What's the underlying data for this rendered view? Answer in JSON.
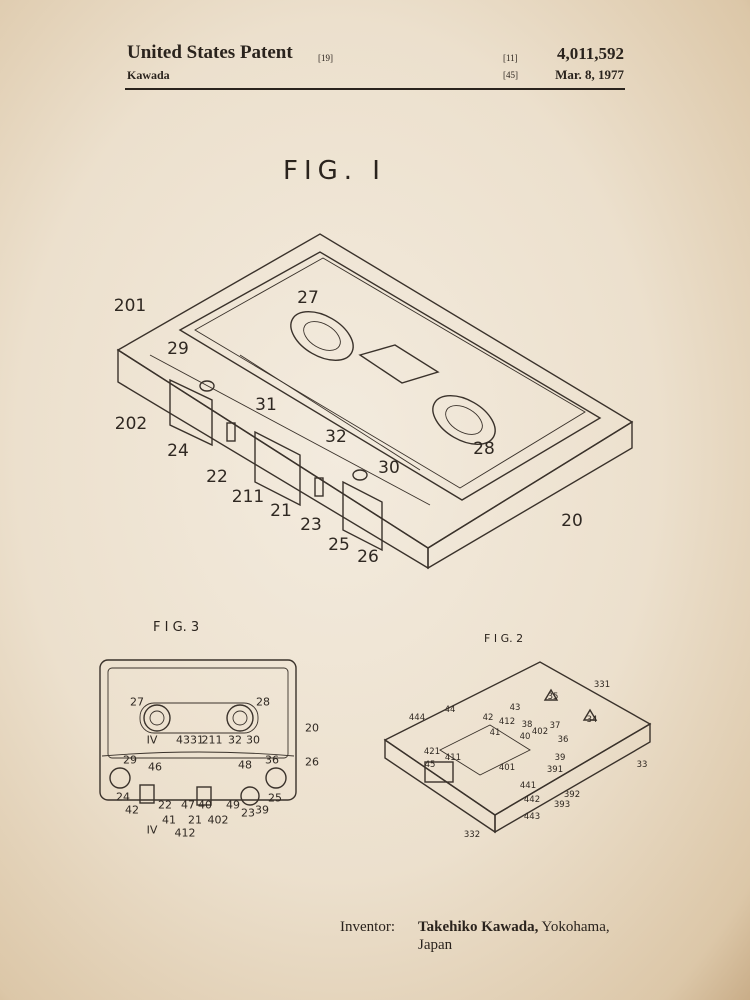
{
  "header": {
    "title": "United States Patent",
    "title_code": "[19]",
    "inventor_surname": "Kawada",
    "number_code": "[11]",
    "patent_number": "4,011,592",
    "date_code": "[45]",
    "date": "Mar. 8, 1977"
  },
  "figures": {
    "fig1": {
      "title": "FIG. I",
      "labels": [
        "201",
        "29",
        "31",
        "202",
        "24",
        "22",
        "27",
        "28",
        "32",
        "30",
        "211",
        "21",
        "23",
        "25",
        "26",
        "20"
      ]
    },
    "fig3": {
      "title": "F I G. 3",
      "labels": [
        "27",
        "28",
        "20",
        "IV",
        "43",
        "31",
        "211",
        "32",
        "30",
        "36",
        "26",
        "29",
        "46",
        "48",
        "24",
        "42",
        "22",
        "47",
        "40",
        "49",
        "23",
        "25",
        "39",
        "41",
        "21",
        "402",
        "IV",
        "412"
      ]
    },
    "fig2": {
      "title": "F I G. 2",
      "labels": [
        "331",
        "35",
        "34",
        "43",
        "444",
        "44",
        "42",
        "412",
        "38",
        "41",
        "40",
        "402",
        "37",
        "36",
        "421",
        "411",
        "39",
        "33",
        "45",
        "401",
        "391",
        "441",
        "392",
        "442",
        "393",
        "443",
        "332"
      ]
    }
  },
  "footer": {
    "inventor_label": "Inventor:",
    "inventor_name": "Takehiko Kawada,",
    "inventor_city": "Yokohama,",
    "inventor_country": "Japan"
  }
}
